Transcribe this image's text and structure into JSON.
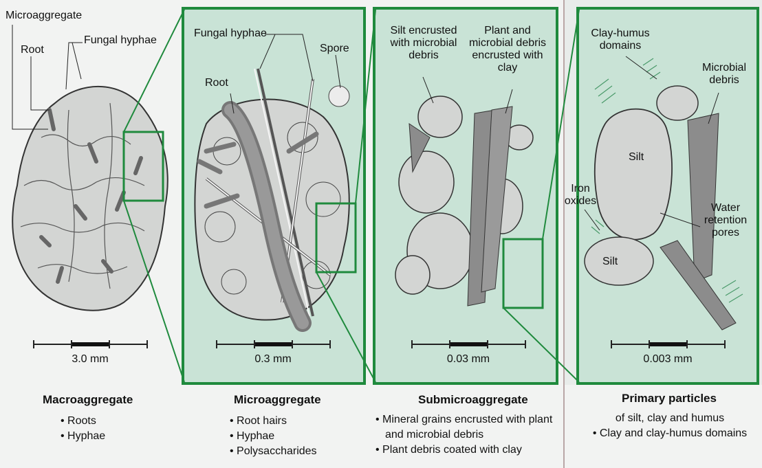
{
  "colors": {
    "frame": "#1f8a3d",
    "panel_fill": "#c9e3d6",
    "aggregate": "#d3d5d3",
    "debris": "#8c8c8c",
    "outline": "#333333"
  },
  "labels": {
    "macro": {
      "microaggregate": "Microaggregate",
      "root": "Root",
      "fungal_hyphae": "Fungal hyphae"
    },
    "micro": {
      "fungal_hyphae": "Fungal hyphae",
      "root": "Root",
      "spore": "Spore"
    },
    "submicro": {
      "silt_encrusted": [
        "Silt encrusted",
        "with microbial",
        "debris"
      ],
      "plant_debris": [
        "Plant and",
        "microbial debris",
        "encrusted with",
        "clay"
      ]
    },
    "primary": {
      "clay_humus": [
        "Clay-humus",
        "domains"
      ],
      "microbial_debris": [
        "Microbial",
        "debris"
      ],
      "silt_top": "Silt",
      "iron_oxides": [
        "Iron",
        "oxides"
      ],
      "water_pores": [
        "Water",
        "retention",
        "pores"
      ],
      "silt_bottom": "Silt"
    }
  },
  "scales": [
    "3.0 mm",
    "0.3 mm",
    "0.03 mm",
    "0.003 mm"
  ],
  "captions": [
    {
      "title": "Macroaggregate",
      "items": [
        "• Roots",
        "• Hyphae"
      ]
    },
    {
      "title": "Microaggregate",
      "items": [
        "• Root hairs",
        "• Hyphae",
        "• Polysaccharides"
      ]
    },
    {
      "title": "Submicroaggregate",
      "items": [
        "• Mineral grains encrusted with plant",
        "and microbial debris",
        "• Plant debris coated with clay"
      ]
    },
    {
      "title": "Primary particles",
      "items": [
        "of silt, clay and humus",
        "• Clay and clay-humus domains"
      ]
    }
  ]
}
